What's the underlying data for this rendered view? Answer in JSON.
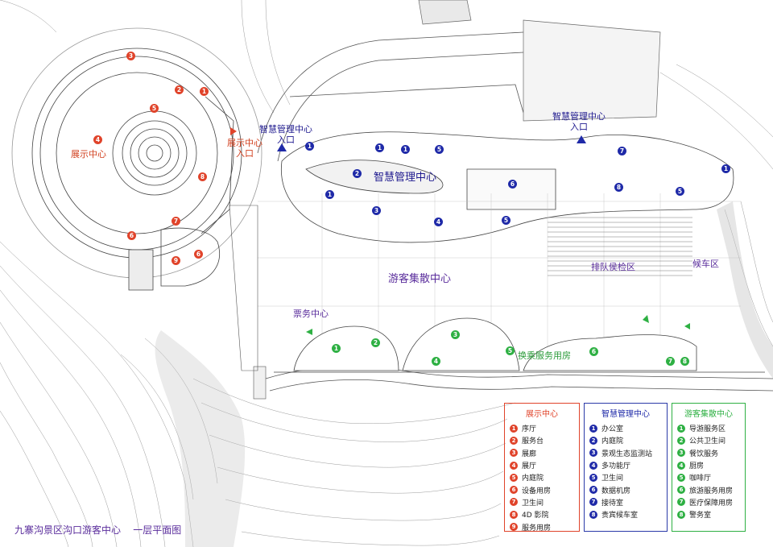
{
  "page_title": "九寨沟景区沟口游客中心    一层平面图",
  "labels": {
    "exhibit_center": "展示中心",
    "exhibit_entrance": "展示中心\n入口",
    "smart_mgmt_entrance_w": "智慧管理中心\n入口",
    "smart_mgmt_entrance_e": "智慧管理中心\n入口",
    "smart_mgmt_center": "智慧管理中心",
    "visitor_hub": "游客集散中心",
    "queue_area": "排队侯检区",
    "waiting_area": "候车区",
    "ticket_center": "票务中心",
    "logistics_room": "换乘服务用房"
  },
  "legends": {
    "exhibit": {
      "title": "展示中心",
      "items": [
        {
          "num": "1",
          "label": "序厅"
        },
        {
          "num": "2",
          "label": "服务台"
        },
        {
          "num": "3",
          "label": "展廊"
        },
        {
          "num": "4",
          "label": "展厅"
        },
        {
          "num": "5",
          "label": "内庭院"
        },
        {
          "num": "6",
          "label": "设备用房"
        },
        {
          "num": "7",
          "label": "卫生间"
        },
        {
          "num": "8",
          "label": "4D 影院"
        },
        {
          "num": "9",
          "label": "服务用房"
        }
      ]
    },
    "smart": {
      "title": "智慧管理中心",
      "items": [
        {
          "num": "1",
          "label": "办公室"
        },
        {
          "num": "2",
          "label": "内庭院"
        },
        {
          "num": "3",
          "label": "景观生态监测站"
        },
        {
          "num": "4",
          "label": "多功能厅"
        },
        {
          "num": "5",
          "label": "卫生间"
        },
        {
          "num": "6",
          "label": "数据机房"
        },
        {
          "num": "7",
          "label": "接待室"
        },
        {
          "num": "8",
          "label": "贵宾候车室"
        }
      ]
    },
    "hub": {
      "title": "游客集散中心",
      "items": [
        {
          "num": "1",
          "label": "导游服务区"
        },
        {
          "num": "2",
          "label": "公共卫生间"
        },
        {
          "num": "3",
          "label": "餐饮服务"
        },
        {
          "num": "4",
          "label": "厨房"
        },
        {
          "num": "5",
          "label": "咖啡厅"
        },
        {
          "num": "6",
          "label": "旅游服务用房"
        },
        {
          "num": "7",
          "label": "医疗保障用房"
        },
        {
          "num": "8",
          "label": "警务室"
        }
      ]
    }
  },
  "markers": {
    "red": [
      "3",
      "1",
      "2",
      "5",
      "4",
      "8",
      "7",
      "6",
      "9",
      "6"
    ],
    "blue": [
      "1",
      "1",
      "1",
      "5",
      "2",
      "1",
      "3",
      "4",
      "6",
      "5",
      "7",
      "8",
      "5",
      "1"
    ],
    "green": [
      "1",
      "2",
      "3",
      "4",
      "5",
      "6",
      "7",
      "8"
    ]
  },
  "colors": {
    "exhibit": "#e0432a",
    "smart": "#1f2aa8",
    "hub": "#2eb043",
    "title": "#5a2d9c"
  }
}
